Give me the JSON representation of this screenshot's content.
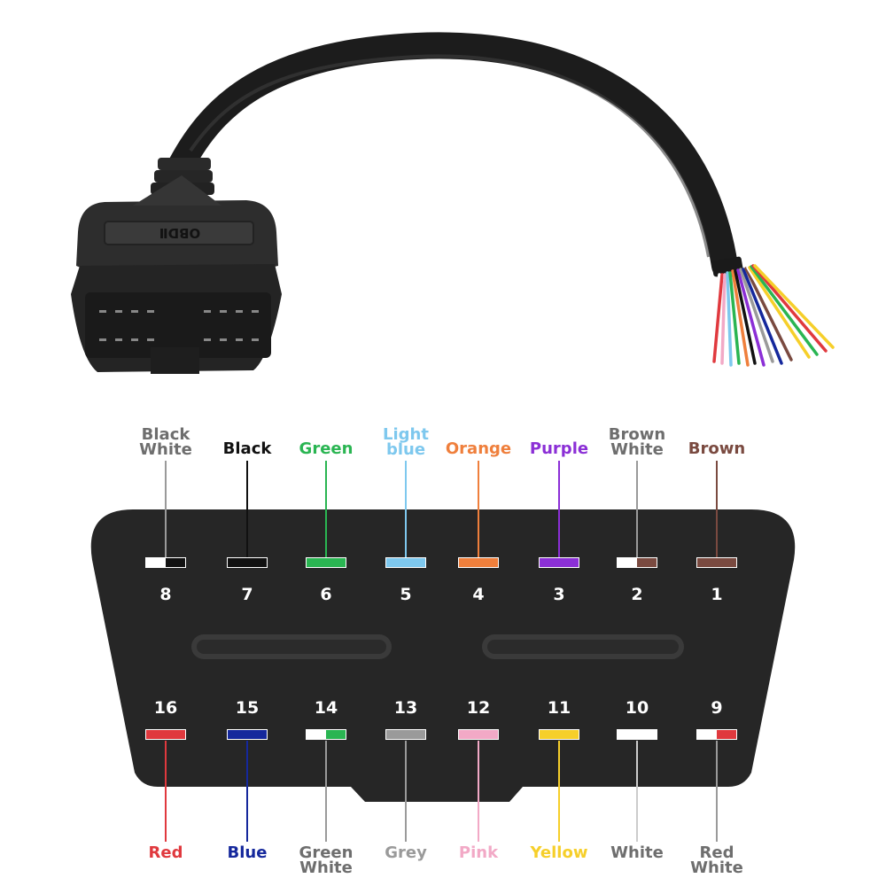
{
  "connector_label": "OBDⅡ",
  "top_row": [
    {
      "pin": "8",
      "label": [
        "Black",
        "White"
      ],
      "colors": [
        "#ffffff",
        "#111111"
      ],
      "text_color": "#6e6e6e"
    },
    {
      "pin": "7",
      "label": [
        "Black"
      ],
      "colors": [
        "#111111"
      ],
      "text_color": "#111111"
    },
    {
      "pin": "6",
      "label": [
        "Green"
      ],
      "colors": [
        "#2ab552"
      ],
      "text_color": "#2ab552"
    },
    {
      "pin": "5",
      "label": [
        "Light",
        "blue"
      ],
      "colors": [
        "#7ec8ee"
      ],
      "text_color": "#7ec8ee"
    },
    {
      "pin": "4",
      "label": [
        "Orange"
      ],
      "colors": [
        "#ef7f3c"
      ],
      "text_color": "#ef7f3c"
    },
    {
      "pin": "3",
      "label": [
        "Purple"
      ],
      "colors": [
        "#8b2fd6"
      ],
      "text_color": "#8b2fd6"
    },
    {
      "pin": "2",
      "label": [
        "Brown",
        "White"
      ],
      "colors": [
        "#ffffff",
        "#7a4a40"
      ],
      "text_color": "#6e6e6e"
    },
    {
      "pin": "1",
      "label": [
        "Brown"
      ],
      "colors": [
        "#7a4a40"
      ],
      "text_color": "#7a4a40"
    }
  ],
  "bottom_row": [
    {
      "pin": "16",
      "label": [
        "Red"
      ],
      "colors": [
        "#e0393e"
      ],
      "text_color": "#e0393e"
    },
    {
      "pin": "15",
      "label": [
        "Blue"
      ],
      "colors": [
        "#15289c"
      ],
      "text_color": "#15289c"
    },
    {
      "pin": "14",
      "label": [
        "Green",
        "White"
      ],
      "colors": [
        "#ffffff",
        "#2ab552"
      ],
      "text_color": "#6e6e6e"
    },
    {
      "pin": "13",
      "label": [
        "Grey"
      ],
      "colors": [
        "#9a9a9a"
      ],
      "text_color": "#9a9a9a"
    },
    {
      "pin": "12",
      "label": [
        "Pink"
      ],
      "colors": [
        "#f2a9c6"
      ],
      "text_color": "#f2a9c6"
    },
    {
      "pin": "11",
      "label": [
        "Yellow"
      ],
      "colors": [
        "#f6cf2a"
      ],
      "text_color": "#f6cf2a"
    },
    {
      "pin": "10",
      "label": [
        "White"
      ],
      "colors": [
        "#ffffff"
      ],
      "text_color": "#6e6e6e"
    },
    {
      "pin": "9",
      "label": [
        "Red",
        "White"
      ],
      "colors": [
        "#ffffff",
        "#e0393e"
      ],
      "text_color": "#6e6e6e"
    }
  ]
}
